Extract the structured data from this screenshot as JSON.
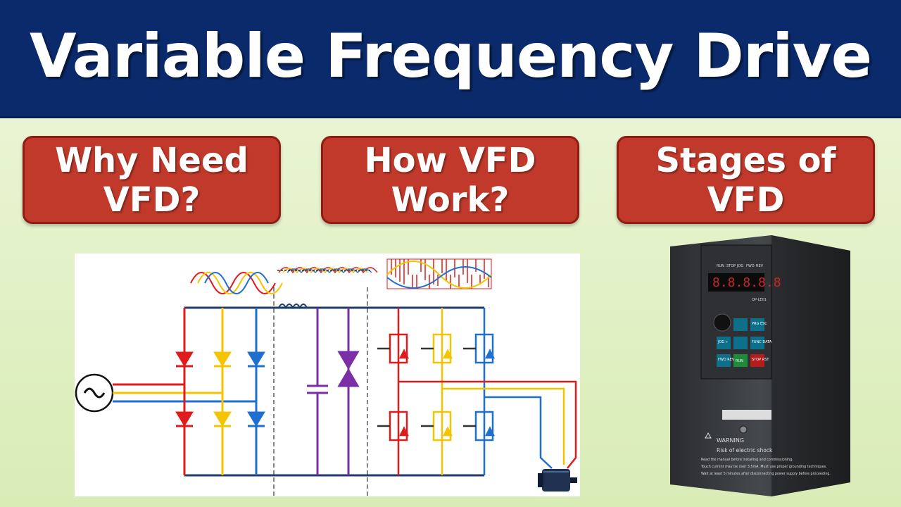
{
  "header": {
    "title": "Variable Frequency Drive"
  },
  "topics": [
    {
      "label": "Why Need\nVFD?"
    },
    {
      "label": "How VFD\nWork?"
    },
    {
      "label": "Stages of\nVFD"
    }
  ],
  "device": {
    "indicators": [
      "RUN",
      "STOP",
      "JOG",
      "FWD",
      "REV"
    ],
    "display": "8.8.8.8.8",
    "model": "OP-LE01",
    "keys": [
      {
        "label": "PRG\nESC"
      },
      {
        "label": "JOG\n»"
      },
      {
        "label": "FUNC\nDATA"
      },
      {
        "label": "FWD\nREV"
      },
      {
        "label": "RUN"
      },
      {
        "label": "STOP\nRST"
      }
    ],
    "warning_title": "WARNING",
    "warning_text": "Risk of electric shock",
    "notes": [
      "Read the manual before installing and commissioning.",
      "Touch current may be over 3.5mA. Must use proper grounding techniques.",
      "Wait at least 5 minutes after disconnecting power supply before proceeding."
    ]
  },
  "colors": {
    "header_bg": "#0b2a6b",
    "pill_bg": "#c0392b",
    "phase_red": "#e01b1b",
    "phase_yellow": "#f5c400",
    "phase_blue": "#1f6fd1",
    "dc_purple": "#7b2fa6"
  }
}
